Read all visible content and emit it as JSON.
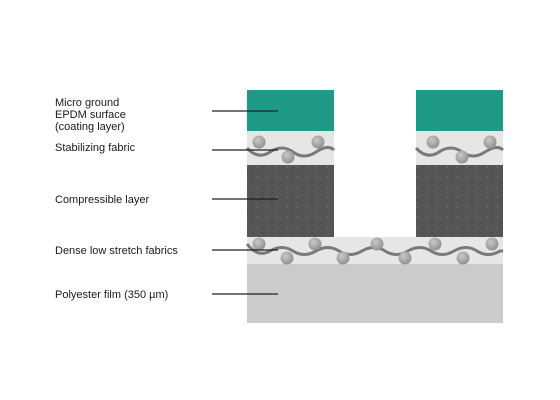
{
  "labels": {
    "coating_line1": "Micro ground",
    "coating_line2": "EPDM surface",
    "coating_line3": "(coating layer)",
    "stabilizing": "Stabilizing fabric",
    "compressible": "Compressible layer",
    "dense": "Dense low stretch fabrics",
    "polyester": "Polyester film (350 µm)"
  },
  "colors": {
    "coating": "#1f9a87",
    "fabric_bg": "#e6e6e6",
    "weave": "#7a7a7a",
    "thread": "#a9a9a9",
    "compressible": "#555555",
    "film": "#cbcbcb",
    "leader": "#222222"
  }
}
